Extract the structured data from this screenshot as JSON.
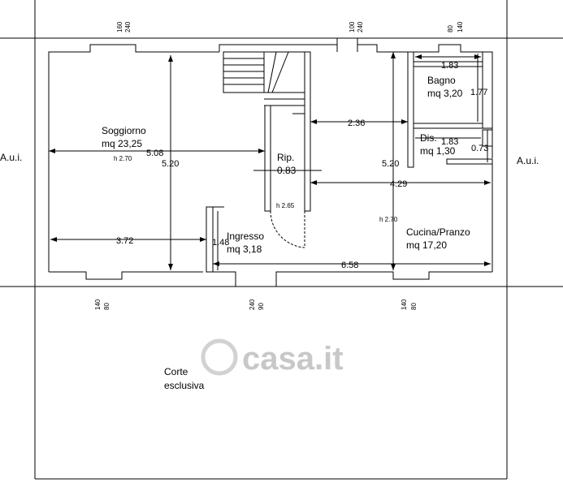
{
  "rooms": {
    "soggiorno": {
      "name": "Soggiorno",
      "area": "mq 23,25"
    },
    "ingresso": {
      "name": "Ingresso",
      "area": "mq 3,18"
    },
    "ripostiglio": {
      "name": "Rip.",
      "size": "0.83"
    },
    "bagno": {
      "name": "Bagno",
      "area": "mq 3,20"
    },
    "disimpegno": {
      "name": "Dis.",
      "area": "mq 1,30"
    },
    "cucina": {
      "name": "Cucina/Pranzo",
      "area": "mq 17,20"
    },
    "corte": {
      "name": "Corte",
      "name2": "esclusiva"
    }
  },
  "neighbors": {
    "left": "A.u.i.",
    "right": "A.u.i."
  },
  "heights": {
    "soggiorno": "h 2.70",
    "ingresso": "h 2.65",
    "cucina": "h 2.70"
  },
  "dimensions": {
    "sog_width": "5.08",
    "sog_depth": "5.20",
    "sog_bottom": "3.72",
    "ing_height": "1.48",
    "kit_depth": "5.20",
    "kit_top": "2.36",
    "kit_mid": "4.29",
    "kit_bottom": "6.58",
    "bath_width": "1.83",
    "bath_depth": "1.77",
    "dis_width": "1.83",
    "dis_depth": "0.73"
  },
  "openings": {
    "top_left": {
      "a": "160",
      "b": "240"
    },
    "top_mid": {
      "a": "100",
      "b": "240"
    },
    "top_right": {
      "a": "80",
      "b": "140"
    },
    "bottom_left": {
      "a": "140",
      "b": "80"
    },
    "bottom_mid": {
      "a": "240",
      "b": "90"
    },
    "bottom_right": {
      "a": "140",
      "b": "80"
    }
  },
  "watermark": "casa.it"
}
